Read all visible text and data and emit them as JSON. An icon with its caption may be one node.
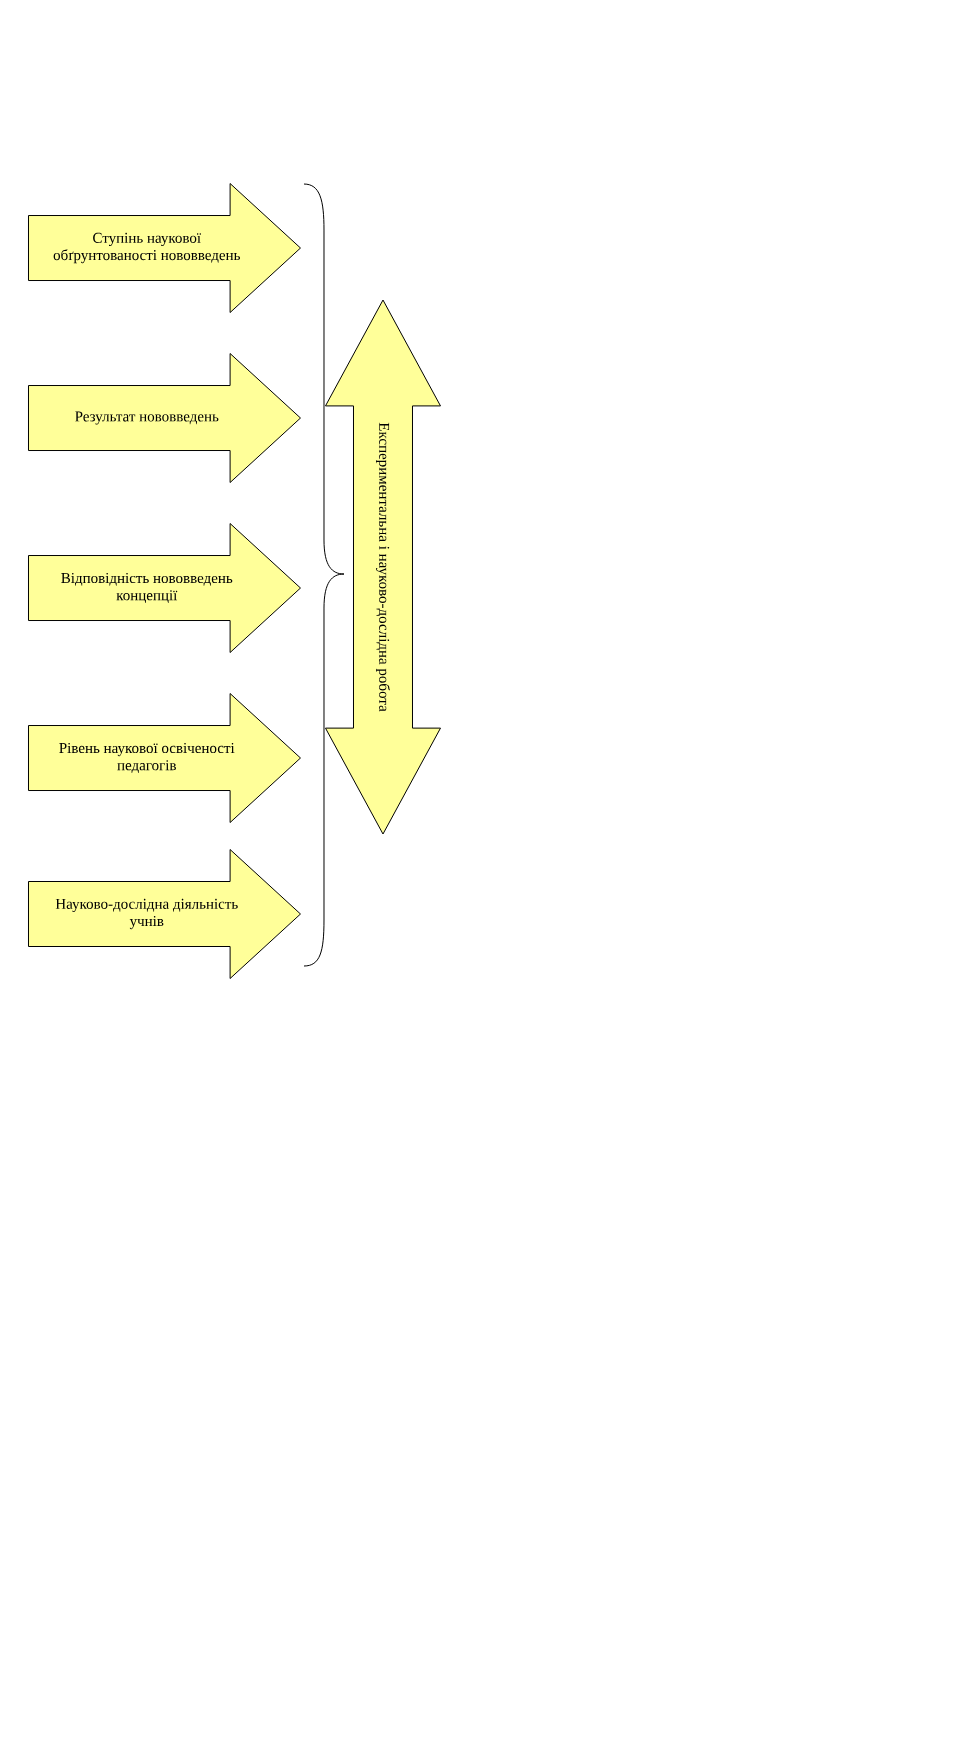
{
  "diagram": {
    "nodes": [
      {
        "text": [
          "Ступінь наукової обґрунтованості нововведень"
        ]
      },
      {
        "text": [
          "Результат нововведень"
        ]
      },
      {
        "text": [
          "Відповідність нововведень концепції"
        ]
      },
      {
        "text": [
          "Рівень наукової освіченості педагогів"
        ]
      },
      {
        "text": [
          "Науково-дослідна діяльність учнів"
        ]
      },
      {
        "text": [
          "Експериментальна і науково-дослідна робота"
        ]
      }
    ]
  }
}
